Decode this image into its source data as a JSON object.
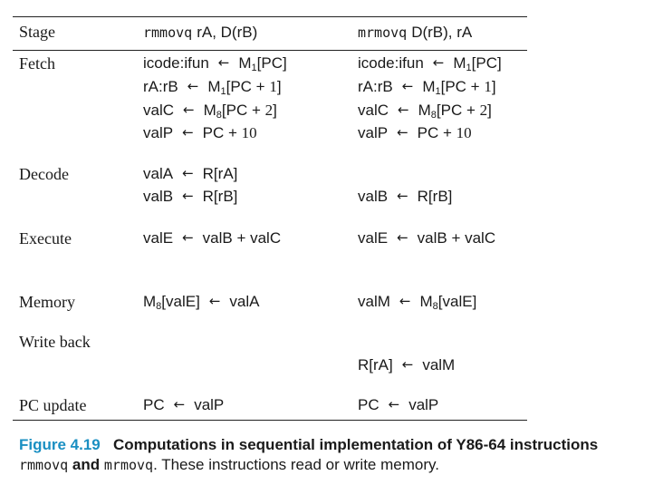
{
  "header": {
    "stage": "Stage",
    "col1_instr": "rmmovq",
    "col1_args": "rA, D(rB)",
    "col2_instr": "mrmovq",
    "col2_args": "D(rB), rA"
  },
  "stages": {
    "fetch": "Fetch",
    "decode": "Decode",
    "execute": "Execute",
    "memory": "Memory",
    "write_back": "Write back",
    "pc_update": "PC update"
  },
  "symbols": {
    "arrow": "←"
  },
  "col1": {
    "fetch_icode_lhs": "icode:ifun",
    "fetch_icode_rhs": "M1[PC]",
    "fetch_ra_lhs": "rA:rB",
    "fetch_ra_rhs": "M1[PC + 1]",
    "fetch_valc_lhs": "valC",
    "fetch_valc_rhs": "M8[PC + 2]",
    "fetch_valp_lhs": "valP",
    "fetch_valp_rhs": "PC + 10",
    "decode_vala_lhs": "valA",
    "decode_vala_rhs": "R[rA]",
    "decode_valb_lhs": "valB",
    "decode_valb_rhs": "R[rB]",
    "execute_lhs": "valE",
    "execute_rhs": "valB + valC",
    "memory_lhs": "M8[valE]",
    "memory_rhs": "valA",
    "pc_lhs": "PC",
    "pc_rhs": "valP"
  },
  "col2": {
    "fetch_icode_lhs": "icode:ifun",
    "fetch_icode_rhs": "M1[PC]",
    "fetch_ra_lhs": "rA:rB",
    "fetch_ra_rhs": "M1[PC + 1]",
    "fetch_valc_lhs": "valC",
    "fetch_valc_rhs": "M8[PC + 2]",
    "fetch_valp_lhs": "valP",
    "fetch_valp_rhs": "PC + 10",
    "decode_valb_lhs": "valB",
    "decode_valb_rhs": "R[rB]",
    "execute_lhs": "valE",
    "execute_rhs": "valB + valC",
    "memory_lhs": "valM",
    "memory_rhs": "M8[valE]",
    "writeback_lhs": "R[rA]",
    "writeback_rhs": "valM",
    "pc_lhs": "PC",
    "pc_rhs": "valP"
  },
  "caption": {
    "label": "Figure 4.19",
    "title": "Computations in sequential implementation of Y86-64 instructions",
    "instr1": "rmmovq",
    "and": "and",
    "instr2": "mrmovq",
    "rest": ". These instructions read or write memory."
  }
}
